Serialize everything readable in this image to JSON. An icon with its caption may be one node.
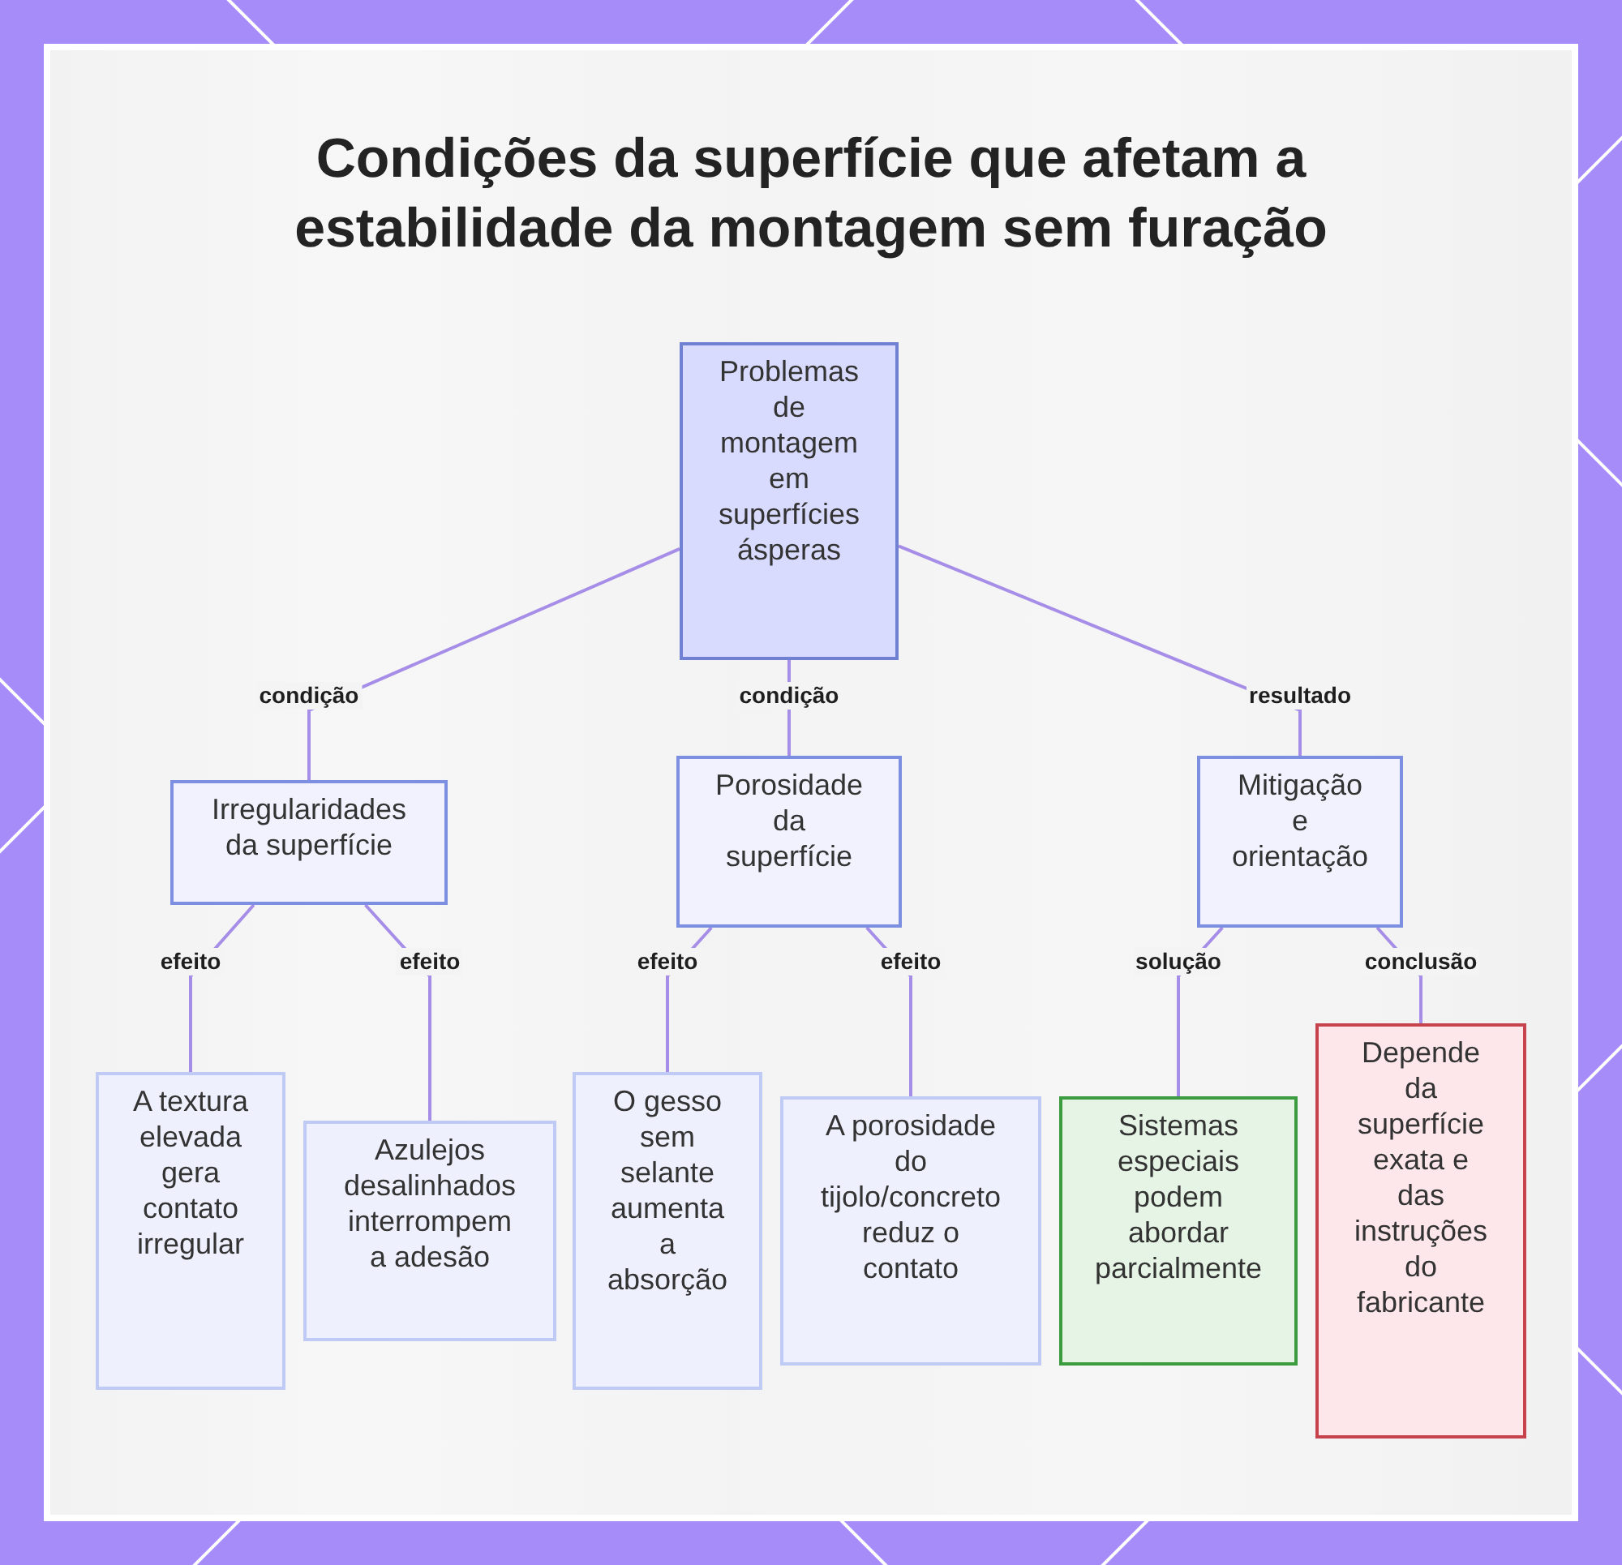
{
  "diagram": {
    "title": "Condições da superfície que afetam a estabilidade da montagem sem furação",
    "nodes": [
      {
        "text": [
          "Problemas de montagem em superfícies ásperas"
        ]
      },
      {
        "text": [
          "Irregularidades da superfície"
        ]
      },
      {
        "text": [
          "Porosidade da superfície"
        ]
      },
      {
        "text": [
          "Mitigação e orientação"
        ]
      },
      {
        "text": [
          "A textura elevada gera contato irregular"
        ]
      },
      {
        "text": [
          "Azulejos desalinhados interrompem a adesão"
        ]
      },
      {
        "text": [
          "O gesso sem selante aumenta a absorção"
        ]
      },
      {
        "text": [
          "A porosidade do tijolo/concreto reduz o contato"
        ]
      },
      {
        "text": [
          "Sistemas especiais podem abordar parcialmente"
        ]
      },
      {
        "text": [
          "Depende da superfície exata e das instruções do fabricante"
        ]
      }
    ],
    "edges": [
      {
        "from": 0,
        "to": 1,
        "arrow": "none",
        "label": "condição"
      },
      {
        "from": 0,
        "to": 2,
        "arrow": "none",
        "label": "condição"
      },
      {
        "from": 0,
        "to": 3,
        "arrow": "none",
        "label": "resultado"
      },
      {
        "from": 1,
        "to": 4,
        "arrow": "none",
        "label": "efeito"
      },
      {
        "from": 1,
        "to": 5,
        "arrow": "none",
        "label": "efeito"
      },
      {
        "from": 2,
        "to": 6,
        "arrow": "none",
        "label": "efeito"
      },
      {
        "from": 2,
        "to": 7,
        "arrow": "none",
        "label": "efeito"
      },
      {
        "from": 3,
        "to": 8,
        "arrow": "none",
        "label": "solução"
      },
      {
        "from": 3,
        "to": 9,
        "arrow": "none",
        "label": "conclusão"
      }
    ]
  }
}
